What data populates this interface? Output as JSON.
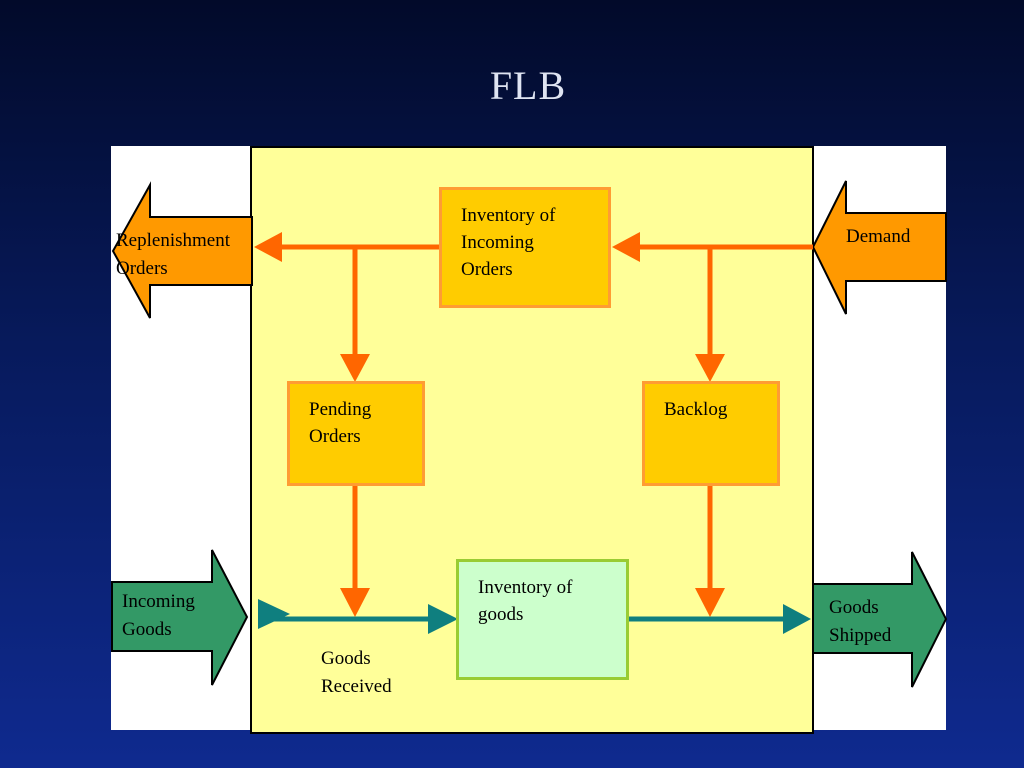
{
  "title": "FLB",
  "nodes": {
    "inventory_of_incoming_orders": "Inventory of\nIncoming\nOrders",
    "pending_orders": "Pending\nOrders",
    "backlog": "Backlog",
    "inventory_of_goods": "Inventory of\ngoods"
  },
  "labels": {
    "replenishment_orders": "Replenishment\nOrders",
    "demand": "Demand",
    "incoming_goods": "Incoming\nGoods",
    "goods_shipped": "Goods\nShipped",
    "goods_received": "Goods\nReceived"
  },
  "colors": {
    "order_flow": "#ff6600",
    "goods_flow": "#0f7f7f",
    "large_arrow_orange": "#ff9900",
    "large_arrow_green": "#339966"
  }
}
